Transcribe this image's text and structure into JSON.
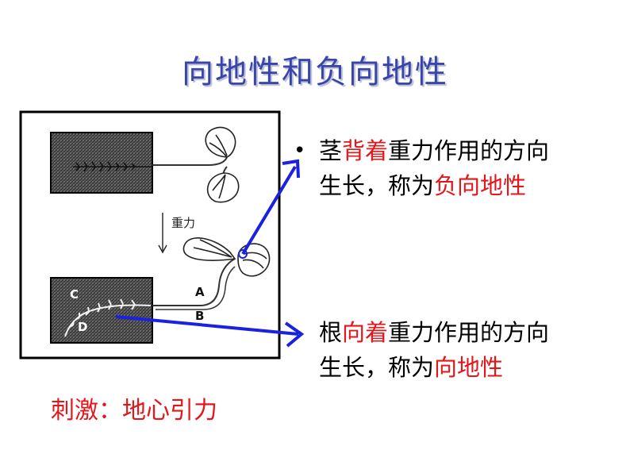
{
  "title": "向地性和负向地性",
  "figure": {
    "gravity_label": "重力",
    "label_A": "A",
    "label_B": "B",
    "label_C": "C",
    "label_D": "D"
  },
  "stem_statement": {
    "bullet": "•",
    "line1_pre": "茎",
    "line1_red": "背着",
    "line1_post": "重力作用的方向",
    "line2_pre": "生长，称为",
    "line2_red": "负向地性"
  },
  "root_statement": {
    "line1_pre": "根",
    "line1_red": "向着",
    "line1_post": "重力作用的方向",
    "line2_pre": "生长，称为",
    "line2_red": "向地性"
  },
  "stimulus": "刺激：地心引力",
  "colors": {
    "title": "#3a45a8",
    "highlight": "#e3161a",
    "arrow": "#1a22e0"
  }
}
